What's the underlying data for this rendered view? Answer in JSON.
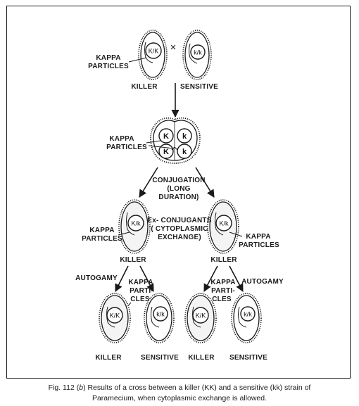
{
  "cross_symbol": "×",
  "cells": {
    "parent_killer": {
      "nucleus": "K/K",
      "label": "KILLER"
    },
    "parent_sensitive": {
      "nucleus": "k/k",
      "label": "SENSITIVE"
    },
    "conjugant_nuclei": [
      "K",
      "k",
      "K",
      "k"
    ],
    "exconjugant_left": {
      "nucleus": "K/k",
      "label": "KILLER"
    },
    "exconjugant_right": {
      "nucleus": "K/k",
      "label": "KILLER"
    },
    "progeny": [
      {
        "nucleus": "K/K",
        "label": "KILLER"
      },
      {
        "nucleus": "k/k",
        "label": "SENSITIVE"
      },
      {
        "nucleus": "K/K",
        "label": "KILLER"
      },
      {
        "nucleus": "k/k",
        "label": "SENSITIVE"
      }
    ]
  },
  "labels": {
    "kappa_particles_top": [
      "KAPPA",
      "PARTICLES"
    ],
    "kappa_particles_conj": [
      "KAPPA",
      "PARTICLES"
    ],
    "conjugation": [
      "CONJUGATION",
      "(LONG",
      "DURATION)"
    ],
    "exconjugants": [
      "Ex- CONJUGANTS",
      "( CYTOPLASMIC",
      "EXCHANGE)"
    ],
    "kappa_particles_left": [
      "KAPPA",
      "PARTICLES"
    ],
    "kappa_particles_right": [
      "KAPPA",
      "PARTICLES"
    ],
    "autogamy_left": "AUTOGAMY",
    "autogamy_right": "AUTOGAMY",
    "kappa_particles_mid_left": [
      "KAPPA",
      "PARTI-",
      "CLES"
    ],
    "kappa_particles_mid_right": [
      "KAPPA",
      "PARTI-",
      "CLES"
    ]
  },
  "caption": {
    "line1_pre": "Fig. 112 (",
    "line1_b": "b",
    "line1_post": ") Results of a cross between a killer (KK) and a sensitive (kk) strain of",
    "line2": "Paramecium, when cytoplasmic exchange is allowed."
  }
}
